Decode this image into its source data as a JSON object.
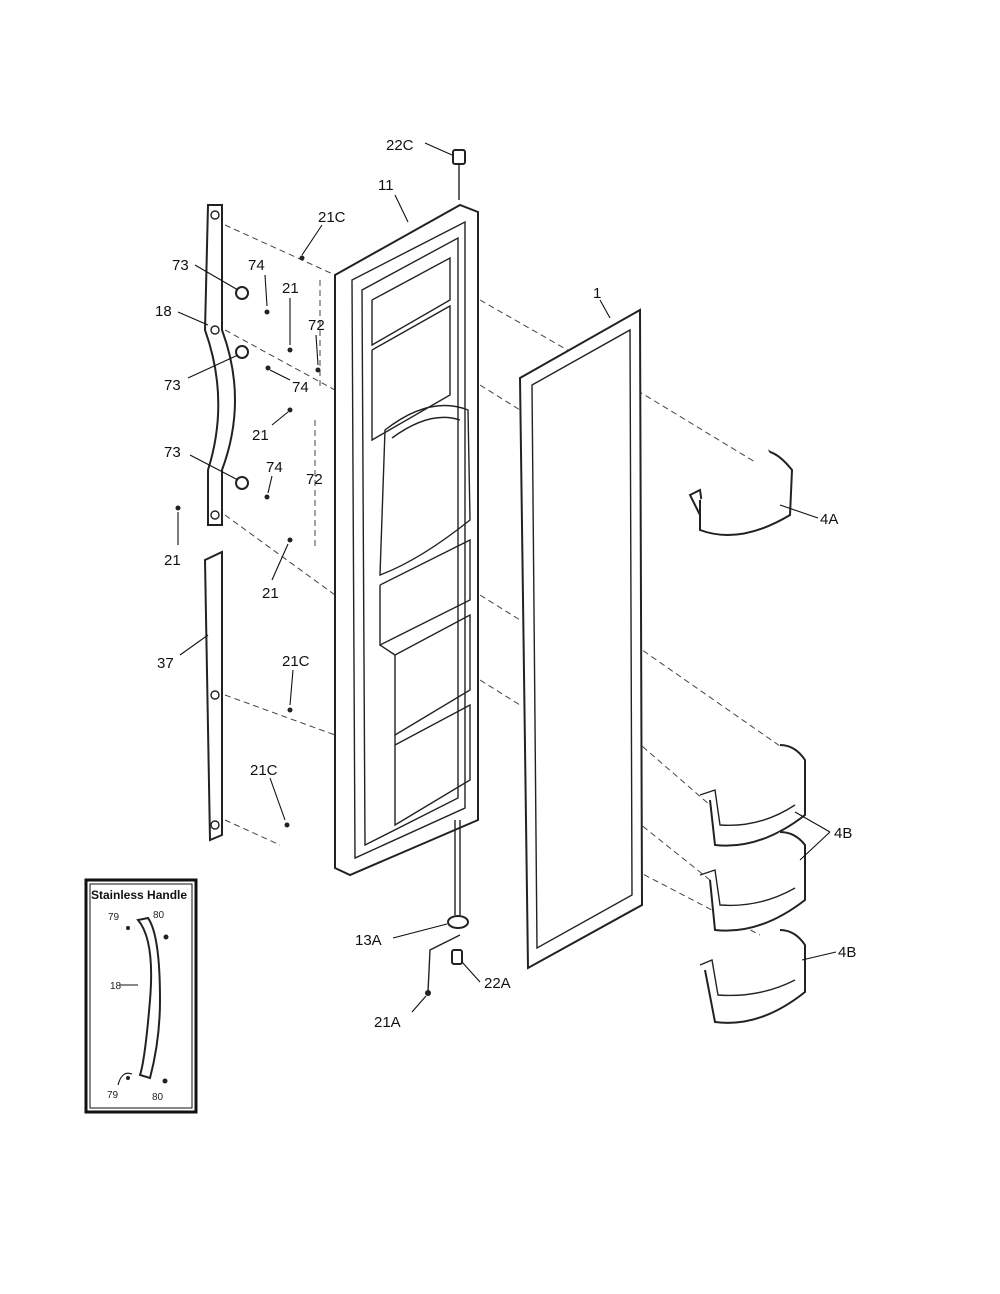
{
  "labels": {
    "l22C": "22C",
    "l11": "11",
    "l21C_top": "21C",
    "l73_a": "73",
    "l74_a": "74",
    "l21_a": "21",
    "l72_a": "72",
    "l18": "18",
    "l73_b": "73",
    "l74_b": "74",
    "l21_b": "21",
    "l73_c": "73",
    "l74_c": "74",
    "l72_b": "72",
    "l21_c": "21",
    "l21_d": "21",
    "l37": "37",
    "l21C_mid": "21C",
    "l21C_low": "21C",
    "l1": "1",
    "l4A": "4A",
    "l4B_a": "4B",
    "l4B_b": "4B",
    "l13A": "13A",
    "l22A": "22A",
    "l21A": "21A"
  },
  "inset": {
    "title": "Stainless Handle",
    "l79_top": "79",
    "l80_top": "80",
    "l18": "18",
    "l79_bot": "79",
    "l80_bot": "80"
  }
}
